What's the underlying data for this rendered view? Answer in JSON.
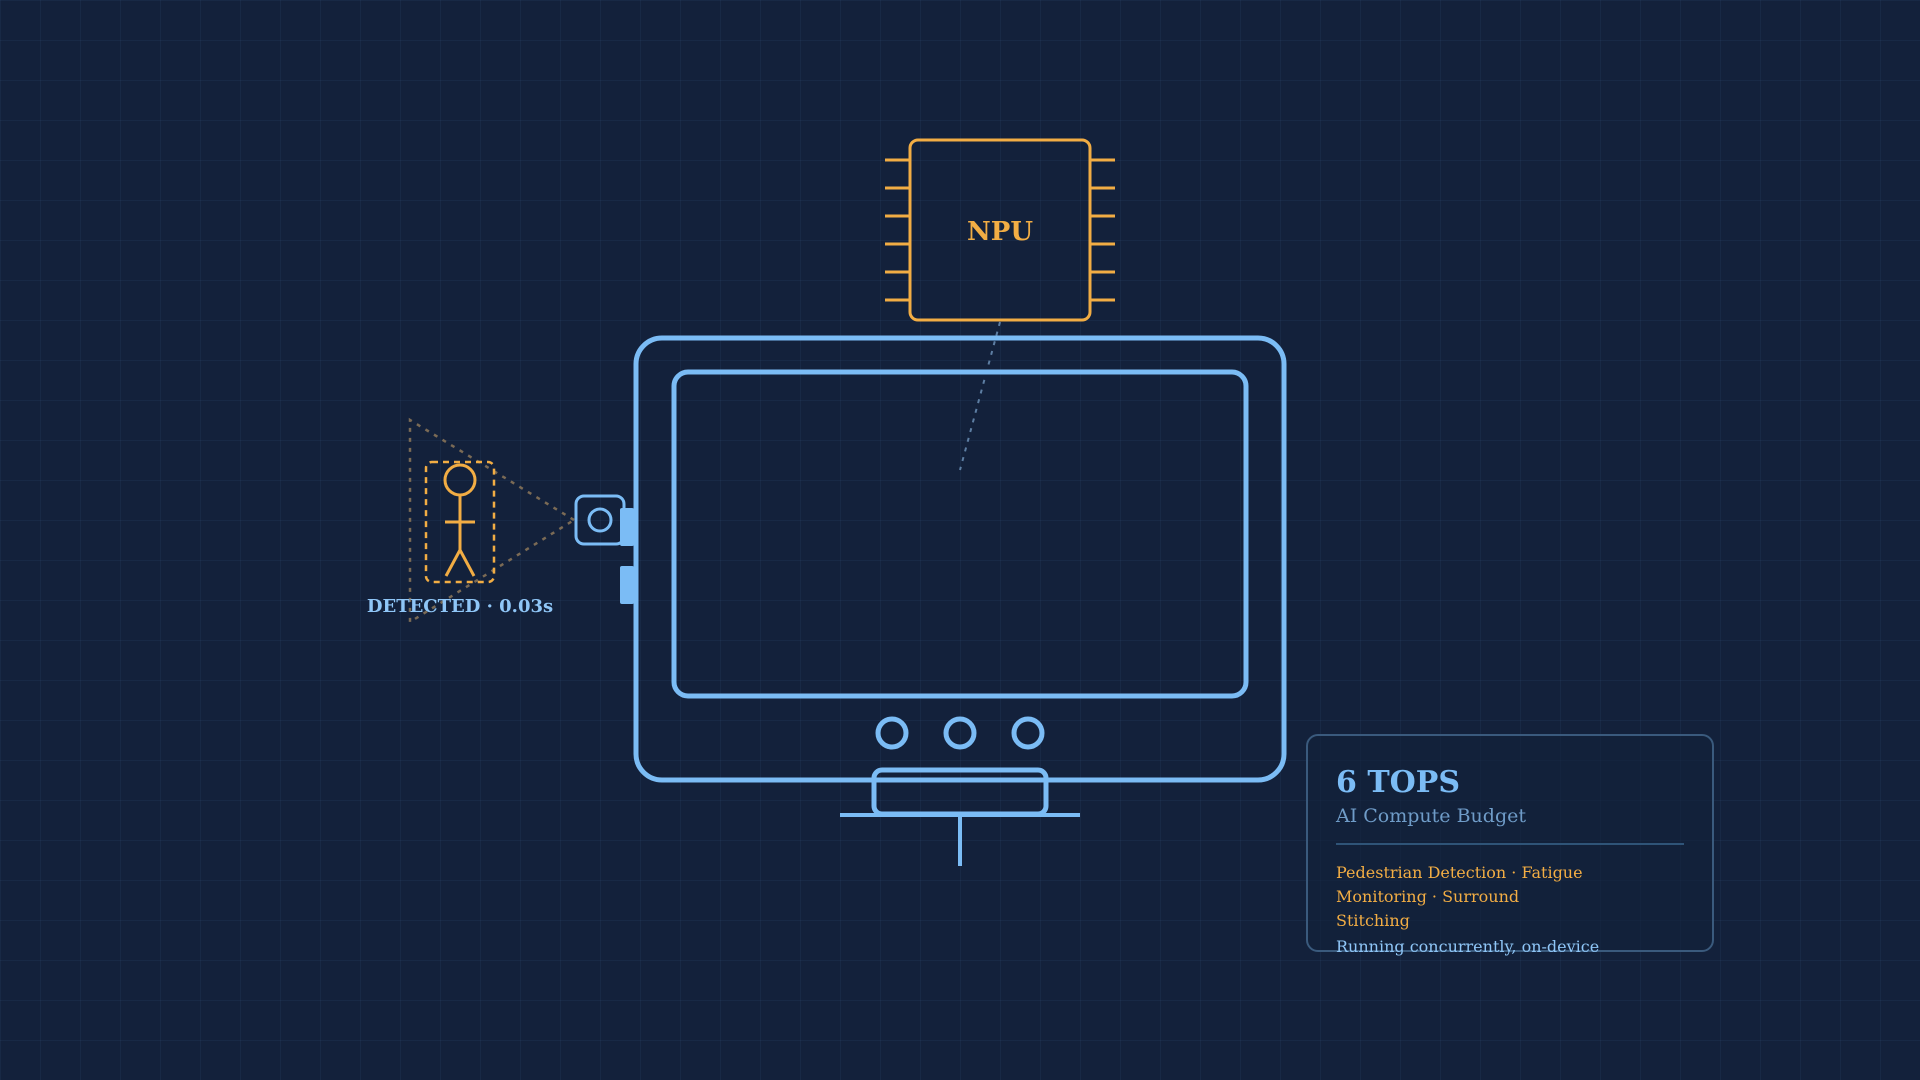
{
  "npu": {
    "label": "NPU"
  },
  "detection": {
    "label": "DETECTED · 0.03s"
  },
  "info_card": {
    "title": "6 TOPS",
    "subtitle": "AI Compute Budget",
    "features": "Pedestrian Detection · Fatigue Monitoring · Surround Stitching",
    "note": "Running concurrently, on-device"
  },
  "colors": {
    "background": "#13213b",
    "device_blue": "#7bbcf5",
    "npu_orange": "#f2ad44",
    "card_border": "#3a5a7d"
  }
}
